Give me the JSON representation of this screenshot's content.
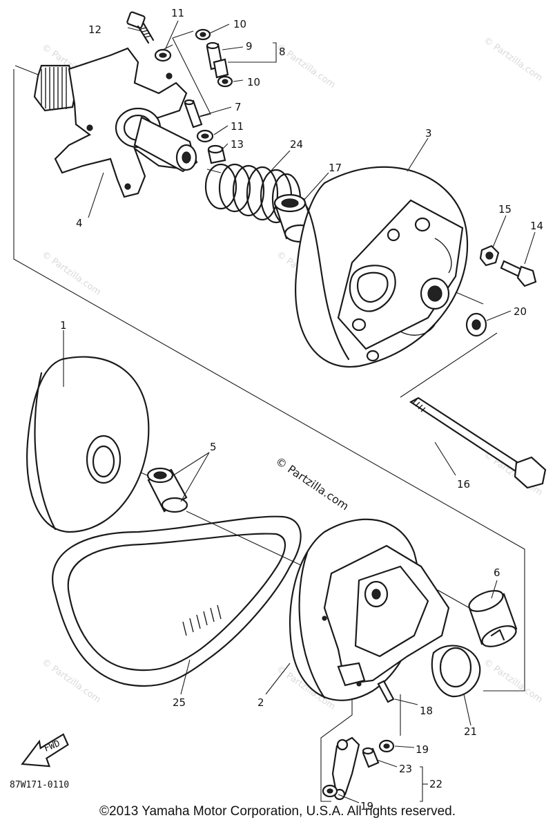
{
  "callouts": {
    "c1": "1",
    "c2": "2",
    "c3": "3",
    "c4": "4",
    "c5": "5",
    "c6": "6",
    "c7": "7",
    "c8": "8",
    "c9": "9",
    "c10a": "10",
    "c10b": "10",
    "c11a": "11",
    "c11b": "11",
    "c12": "12",
    "c13": "13",
    "c14": "14",
    "c15": "15",
    "c16": "16",
    "c17": "17",
    "c18": "18",
    "c19a": "19",
    "c19b": "19",
    "c20": "20",
    "c21": "21",
    "c22": "22",
    "c23": "23",
    "c24": "24",
    "c25": "25"
  },
  "watermark": {
    "main": "© Partzilla.com",
    "faint": "© Partzilla.com"
  },
  "fwd_label": "FWD",
  "diagram_ref": "87W171-0110",
  "copyright": "©2013 Yamaha Motor Corporation, U.S.A. All rights reserved."
}
